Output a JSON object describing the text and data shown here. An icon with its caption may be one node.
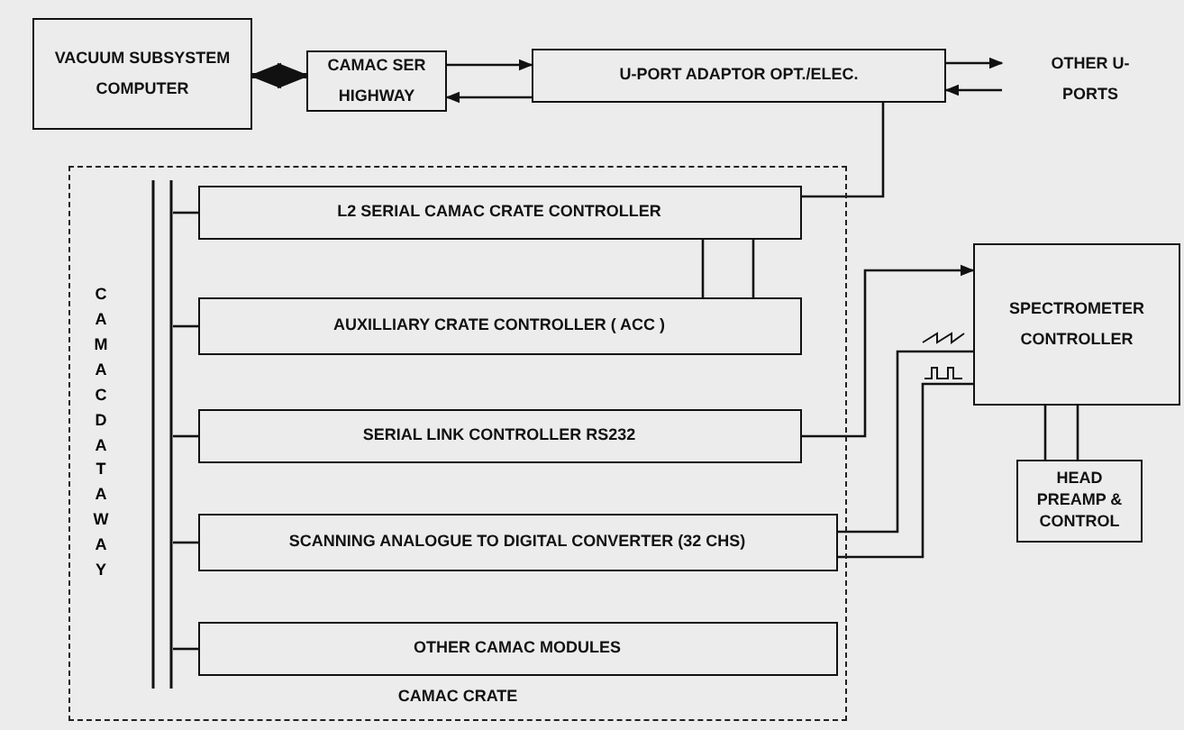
{
  "diagram": {
    "nodes": [
      {
        "text": [
          "VACUUM SUBSYSTEM COMPUTER"
        ]
      },
      {
        "text": [
          "CAMAC SER HIGHWAY"
        ]
      },
      {
        "text": [
          "U-PORT ADAPTOR OPT./ELEC."
        ]
      },
      {
        "text": [
          "OTHER U-PORTS"
        ]
      },
      {
        "text": [
          "CAMAC CRATE"
        ]
      },
      {
        "text": [
          "CAMAC DATAWAY"
        ],
        "in": 4
      },
      {
        "text": [
          "L2 SERIAL CAMAC CRATE CONTROLLER"
        ],
        "in": 4
      },
      {
        "text": [
          "AUXILLIARY CRATE CONTROLLER ( ACC )"
        ],
        "in": 4
      },
      {
        "text": [
          "SERIAL LINK CONTROLLER RS232"
        ],
        "in": 4
      },
      {
        "text": [
          "SCANNING ANALOGUE TO DIGITAL CONVERTER (32 CHS)"
        ],
        "in": 4
      },
      {
        "text": [
          "OTHER CAMAC MODULES"
        ],
        "in": 4
      },
      {
        "text": [
          "SPECTROMETER CONTROLLER"
        ]
      },
      {
        "text": [
          "HEAD PREAMP & CONTROL"
        ]
      }
    ],
    "edges": [
      {
        "from": 0,
        "to": 1,
        "arrow": "both",
        "style": "thick"
      },
      {
        "from": 1,
        "to": 2,
        "arrow": "to"
      },
      {
        "from": 2,
        "to": 1,
        "arrow": "to"
      },
      {
        "from": 2,
        "to": 3,
        "arrow": "to"
      },
      {
        "from": 3,
        "to": 2,
        "arrow": "to"
      },
      {
        "from": 2,
        "to": 6,
        "arrow": "none"
      },
      {
        "from": 6,
        "to": 7,
        "arrow": "none"
      },
      {
        "from": 5,
        "to": 6,
        "arrow": "none"
      },
      {
        "from": 5,
        "to": 7,
        "arrow": "none"
      },
      {
        "from": 5,
        "to": 8,
        "arrow": "none"
      },
      {
        "from": 5,
        "to": 9,
        "arrow": "none"
      },
      {
        "from": 5,
        "to": 10,
        "arrow": "none"
      },
      {
        "from": 8,
        "to": 11,
        "arrow": "to"
      },
      {
        "from": 9,
        "to": 11,
        "arrow": "none"
      },
      {
        "from": 9,
        "to": 11,
        "arrow": "none"
      },
      {
        "from": 11,
        "to": 12,
        "arrow": "none"
      }
    ]
  }
}
